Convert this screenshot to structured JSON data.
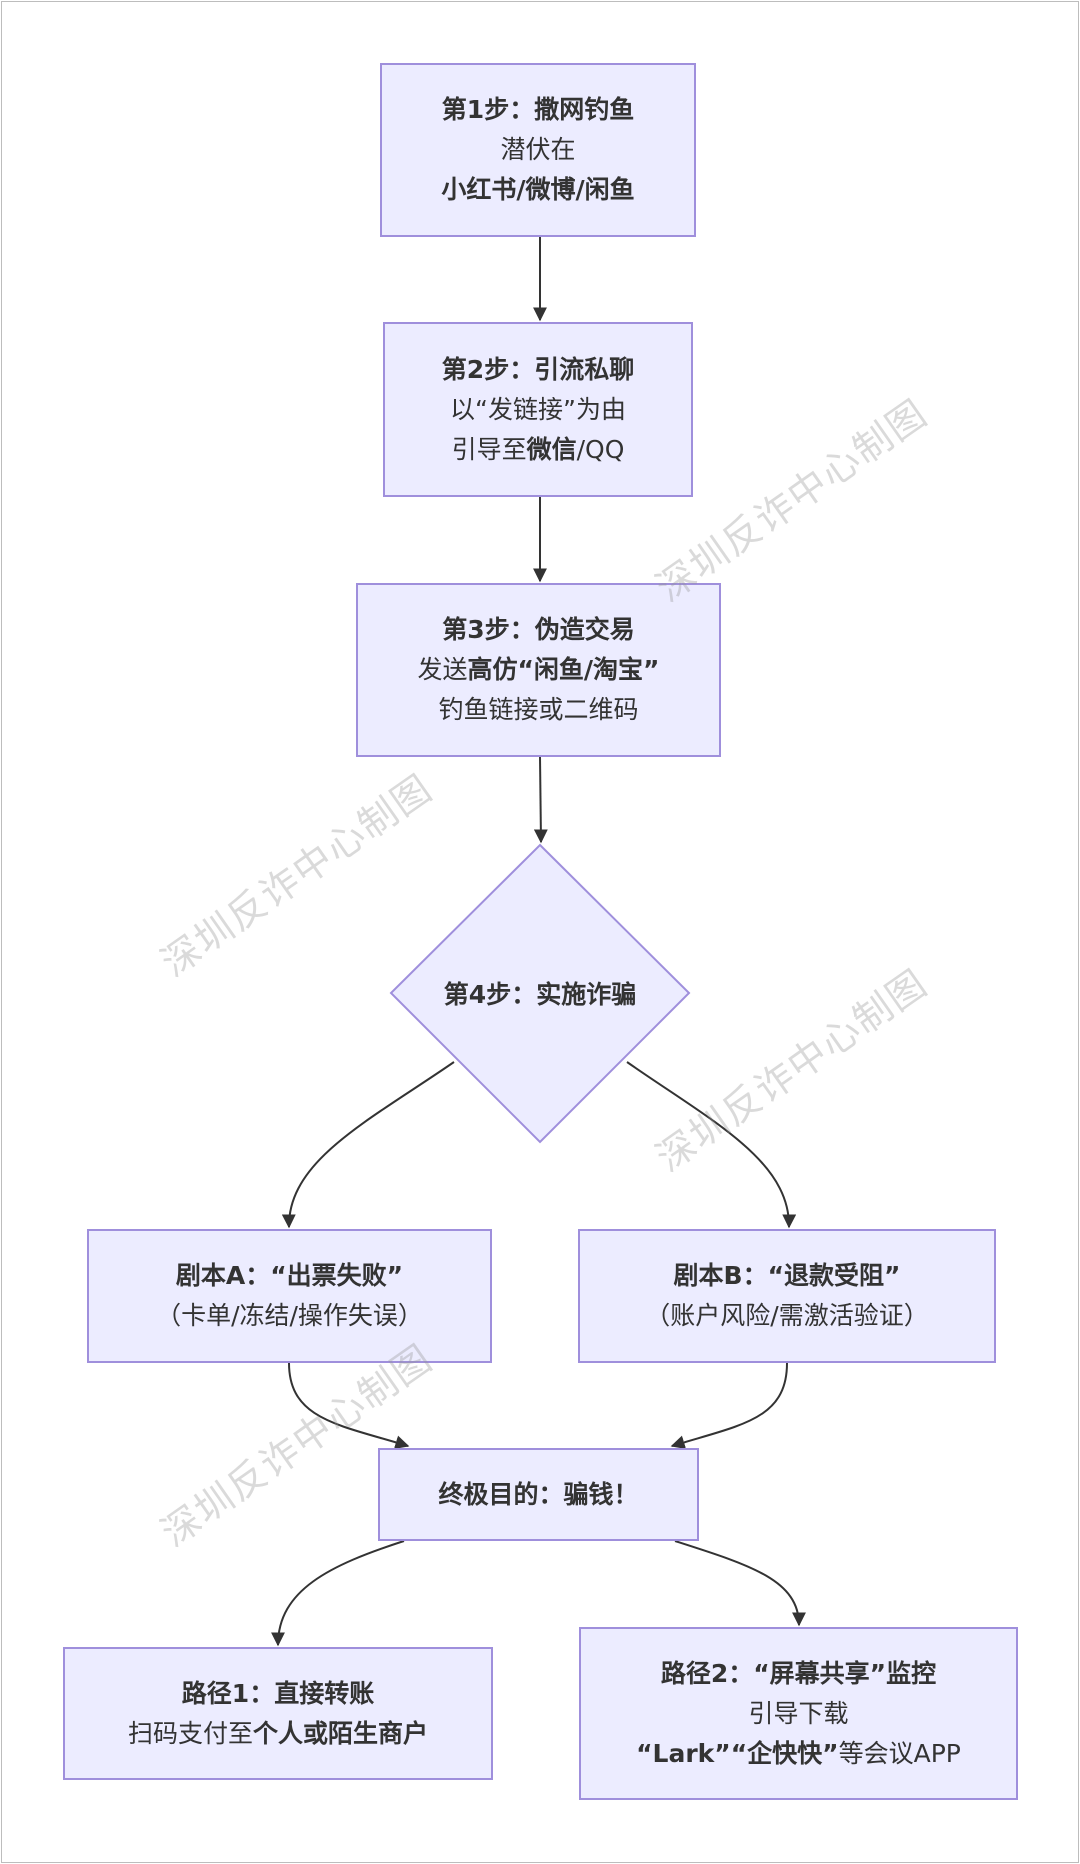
{
  "watermark": "深圳反诈中心制图",
  "colors": {
    "node_fill": "#ececff",
    "node_border": "#9f8fdc",
    "edge": "#333333"
  },
  "nodes": {
    "step1": [
      [
        {
          "t": "第1步：撒网钓鱼",
          "b": true
        }
      ],
      [
        {
          "t": "潜伏在",
          "b": false
        }
      ],
      [
        {
          "t": "小红书/微博/闲鱼",
          "b": true
        }
      ]
    ],
    "step2": [
      [
        {
          "t": "第2步：引流私聊",
          "b": true
        }
      ],
      [
        {
          "t": "以“发链接”为由",
          "b": false
        }
      ],
      [
        {
          "t": "引导至",
          "b": false
        },
        {
          "t": "微信",
          "b": true
        },
        {
          "t": "/QQ",
          "b": false
        }
      ]
    ],
    "step3": [
      [
        {
          "t": "第3步：伪造交易",
          "b": true
        }
      ],
      [
        {
          "t": "发送",
          "b": false
        },
        {
          "t": "高仿“闲鱼/淘宝”",
          "b": true
        }
      ],
      [
        {
          "t": "钓鱼链接或二维码",
          "b": false
        }
      ]
    ],
    "step4": "第4步：实施诈骗",
    "scriptA": [
      [
        {
          "t": "剧本A：“出票失败”",
          "b": true
        }
      ],
      [
        {
          "t": "（卡单/冻结/操作失误）",
          "b": false
        }
      ]
    ],
    "scriptB": [
      [
        {
          "t": "剧本B：“退款受阻”",
          "b": true
        }
      ],
      [
        {
          "t": "（账户风险/需激活验证）",
          "b": false
        }
      ]
    ],
    "goal": [
      [
        {
          "t": "终极目的：骗钱！",
          "b": true
        }
      ]
    ],
    "path1": [
      [
        {
          "t": "路径1：直接转账",
          "b": true
        }
      ],
      [
        {
          "t": "扫码支付至",
          "b": false
        },
        {
          "t": "个人或陌生商户",
          "b": true
        }
      ]
    ],
    "path2": [
      [
        {
          "t": "路径2：“屏幕共享”监控",
          "b": true
        }
      ],
      [
        {
          "t": "引导下载",
          "b": false
        }
      ],
      [
        {
          "t": "“Lark”“企快快”",
          "b": true
        },
        {
          "t": "等会议APP",
          "b": false
        }
      ]
    ]
  }
}
